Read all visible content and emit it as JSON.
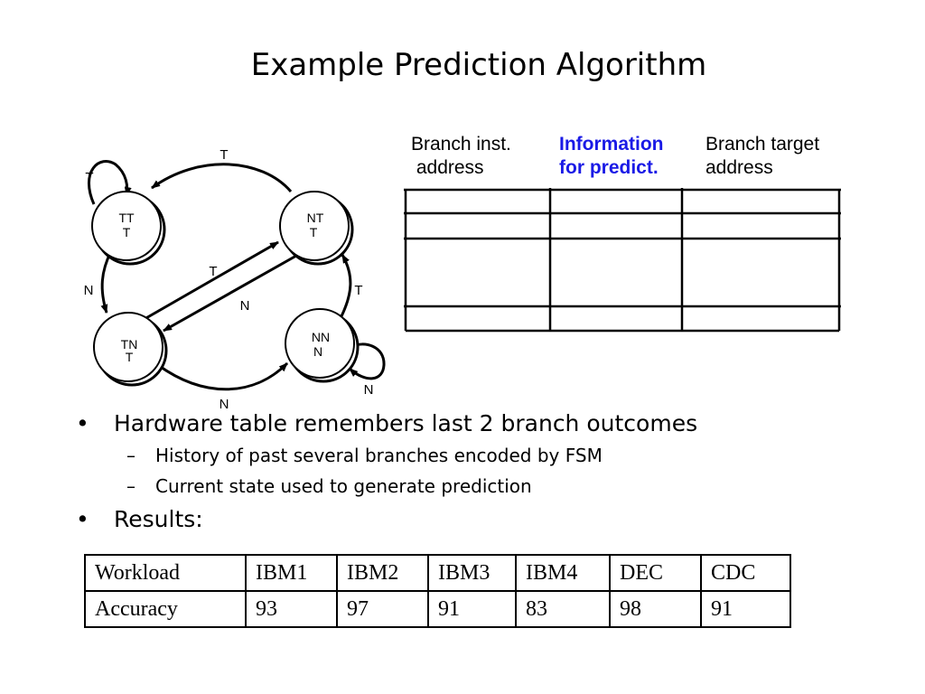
{
  "title": "Example Prediction Algorithm",
  "fsm": {
    "states": [
      {
        "id": "tt",
        "line1": "TT",
        "line2": "T"
      },
      {
        "id": "nt",
        "line1": "NT",
        "line2": "T"
      },
      {
        "id": "tn",
        "line1": "TN",
        "line2": "T"
      },
      {
        "id": "nn",
        "line1": "NN",
        "line2": "N"
      }
    ],
    "edge_labels": {
      "nt_to_tt": "T",
      "tt_self": "T",
      "tt_to_tn": "N",
      "tn_to_nt": "T",
      "nt_to_tn": "N",
      "nn_to_nt": "T",
      "tn_to_nn": "N",
      "nn_self": "N"
    }
  },
  "btb": {
    "columns": [
      {
        "line1": "Branch inst.",
        "line2": " address",
        "color": "#000000"
      },
      {
        "line1": "Information",
        "line2": "for predict.",
        "color": "#1a1ae6"
      },
      {
        "line1": "Branch target",
        "line2": "address",
        "color": "#000000"
      }
    ]
  },
  "bullets": [
    {
      "text": "Hardware table remembers last 2 branch outcomes",
      "sub": [
        "History of past several branches encoded by FSM",
        "Current state used to generate prediction"
      ]
    },
    {
      "text": "Results:",
      "sub": []
    }
  ],
  "symbols": {
    "bullet": "•",
    "dash": "–"
  },
  "results_table": {
    "header": [
      "Workload",
      "IBM1",
      "IBM2",
      "IBM3",
      "IBM4",
      "DEC",
      "CDC"
    ],
    "row": [
      "Accuracy",
      "93",
      "97",
      "91",
      "83",
      "98",
      "91"
    ]
  }
}
